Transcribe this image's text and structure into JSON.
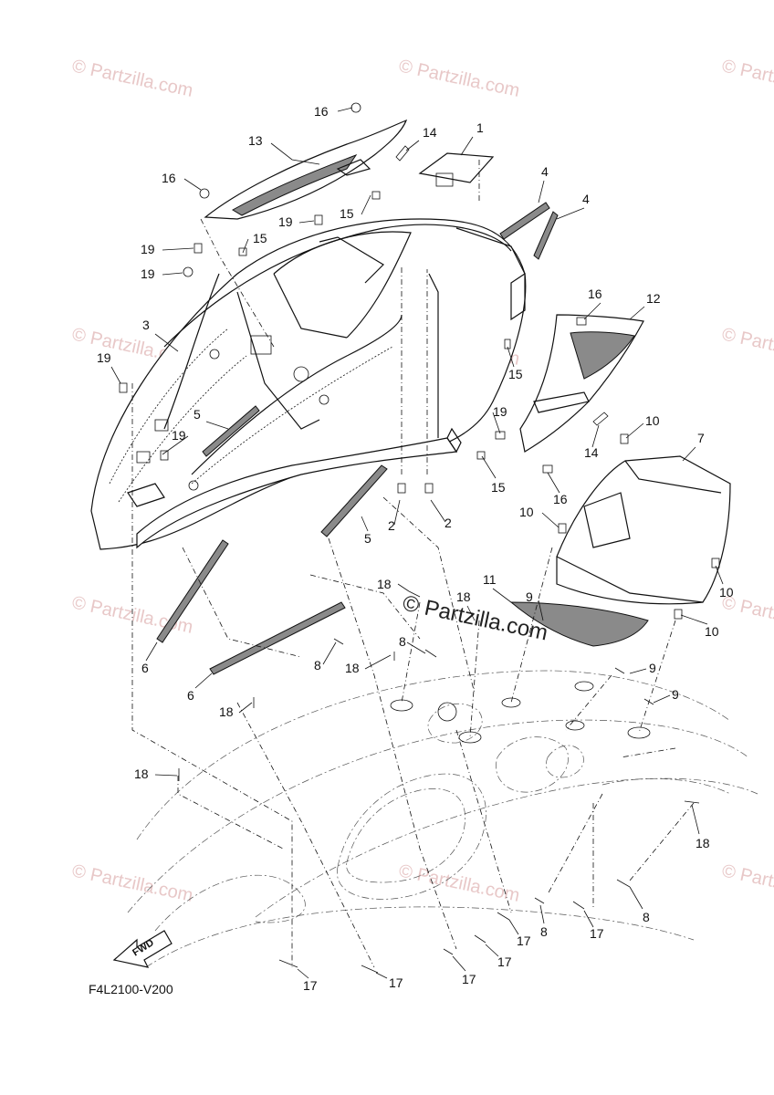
{
  "watermark": {
    "text": "© Partzilla.com",
    "center_text": "© Partzilla.com"
  },
  "diagram_code": "F4L2100-V200",
  "fwd_label": "FWD",
  "callouts": {
    "c1": "1",
    "c2a": "2",
    "c2b": "2",
    "c3": "3",
    "c4a": "4",
    "c4b": "4",
    "c5a": "5",
    "c5b": "5",
    "c6a": "6",
    "c6b": "6",
    "c7": "7",
    "c8a": "8",
    "c8b": "8",
    "c8c": "8",
    "c8d": "8",
    "c9a": "9",
    "c9b": "9",
    "c9c": "9",
    "c10a": "10",
    "c10b": "10",
    "c10c": "10",
    "c10d": "10",
    "c11": "11",
    "c12": "12",
    "c13": "13",
    "c14a": "14",
    "c14b": "14",
    "c15a": "15",
    "c15b": "15",
    "c15c": "15",
    "c15d": "15",
    "c16a": "16",
    "c16b": "16",
    "c16c": "16",
    "c16d": "16",
    "c17a": "17",
    "c17b": "17",
    "c17c": "17",
    "c17d": "17",
    "c17e": "17",
    "c17f": "17",
    "c18a": "18",
    "c18b": "18",
    "c18c": "18",
    "c18d": "18",
    "c18e": "18",
    "c18f": "18",
    "c19a": "19",
    "c19b": "19",
    "c19c": "19",
    "c19d": "19",
    "c19e": "19",
    "c19f": "19"
  }
}
